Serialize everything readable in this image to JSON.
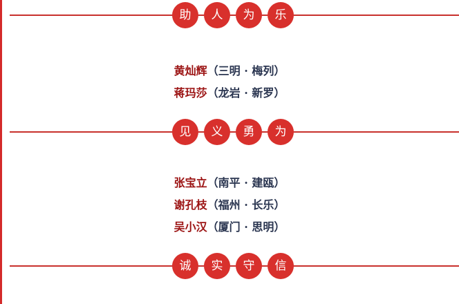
{
  "sections": [
    {
      "title": [
        "助",
        "人",
        "为",
        "乐"
      ],
      "people": [
        {
          "name": "黄灿辉",
          "location": "（三明 · 梅列）"
        },
        {
          "name": "蒋玛莎",
          "location": "（龙岩 · 新罗）"
        }
      ]
    },
    {
      "title": [
        "见",
        "义",
        "勇",
        "为"
      ],
      "people": [
        {
          "name": "张宝立",
          "location": "（南平 · 建瓯）"
        },
        {
          "name": "谢孔枝",
          "location": "（福州 · 长乐）"
        },
        {
          "name": "吴小汉",
          "location": "（厦门 · 思明）"
        }
      ]
    },
    {
      "title": [
        "诚",
        "实",
        "守",
        "信"
      ],
      "people": []
    }
  ],
  "colors": {
    "accent": "#d8302c",
    "name_text": "#9c1414",
    "location_text": "#2a3550"
  }
}
